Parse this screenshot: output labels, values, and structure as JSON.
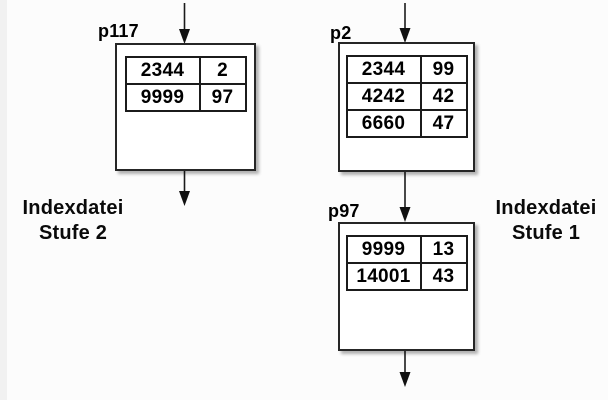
{
  "diagram": {
    "labels": {
      "left": {
        "line1": "Indexdatei",
        "line2": "Stufe 2"
      },
      "right": {
        "line1": "Indexdatei",
        "line2": "Stufe 1"
      }
    },
    "nodes": [
      {
        "label": "p117",
        "rows": [
          [
            "2344",
            "2"
          ],
          [
            "9999",
            "97"
          ]
        ]
      },
      {
        "label": "p2",
        "rows": [
          [
            "2344",
            "99"
          ],
          [
            "4242",
            "42"
          ],
          [
            "6660",
            "47"
          ]
        ]
      },
      {
        "label": "p97",
        "rows": [
          [
            "9999",
            "13"
          ],
          [
            "14001",
            "43"
          ]
        ]
      }
    ],
    "colors": {
      "background": "#fcfcfc",
      "node_fill": "#ffffff",
      "border": "#262626",
      "text": "#000000"
    }
  }
}
